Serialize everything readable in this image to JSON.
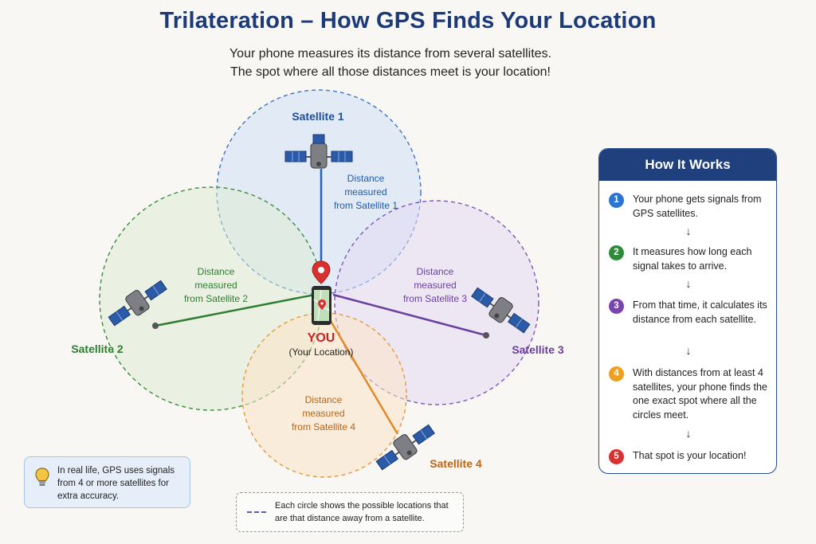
{
  "title": "Trilateration – How GPS Finds Your Location",
  "subtitle": {
    "line1": "Your phone measures its distance from several satellites.",
    "line2": "The spot where all those distances meet is your location!"
  },
  "you": {
    "label": "YOU",
    "sublabel": "(Your Location)",
    "color": "#cc2222"
  },
  "satellites": [
    {
      "name": "Satellite 1",
      "color": "#1f5bb0",
      "fill": "#cfe0f6",
      "distance_lines": [
        "Distance",
        "measured",
        "from Satellite 1"
      ]
    },
    {
      "name": "Satellite 2",
      "color": "#2e7d32",
      "fill": "#dcecd2",
      "distance_lines": [
        "Distance",
        "measured",
        "from Satellite 2"
      ]
    },
    {
      "name": "Satellite 3",
      "color": "#6a3fa0",
      "fill": "#e3d8f2",
      "distance_lines": [
        "Distance",
        "measured",
        "from Satellite 3"
      ]
    },
    {
      "name": "Satellite 4",
      "color": "#b8651a",
      "fill": "#fbe3c6",
      "distance_lines": [
        "Distance",
        "measured",
        "from Satellite 4"
      ]
    }
  ],
  "panel": {
    "title": "How It Works",
    "steps": [
      {
        "num": "1",
        "color": "#2a74d6",
        "text": "Your phone gets signals from GPS satellites."
      },
      {
        "num": "2",
        "color": "#2e8b3a",
        "text": "It measures how long each signal takes to arrive."
      },
      {
        "num": "3",
        "color": "#7a44b0",
        "text": "From that time, it calculates its distance from each satellite."
      },
      {
        "num": "4",
        "color": "#f0a020",
        "text": "With distances from at least 4 satellites, your phone finds the one exact spot where all the circles meet."
      },
      {
        "num": "5",
        "color": "#d93030",
        "text": "That spot is your location!"
      }
    ],
    "arrow": "↓"
  },
  "tip": {
    "icon": "lightbulb-icon",
    "text": "In real life, GPS uses signals from 4 or more satellites for extra accuracy."
  },
  "legend": {
    "text": "Each circle shows the possible locations that are that distance away from a satellite."
  }
}
